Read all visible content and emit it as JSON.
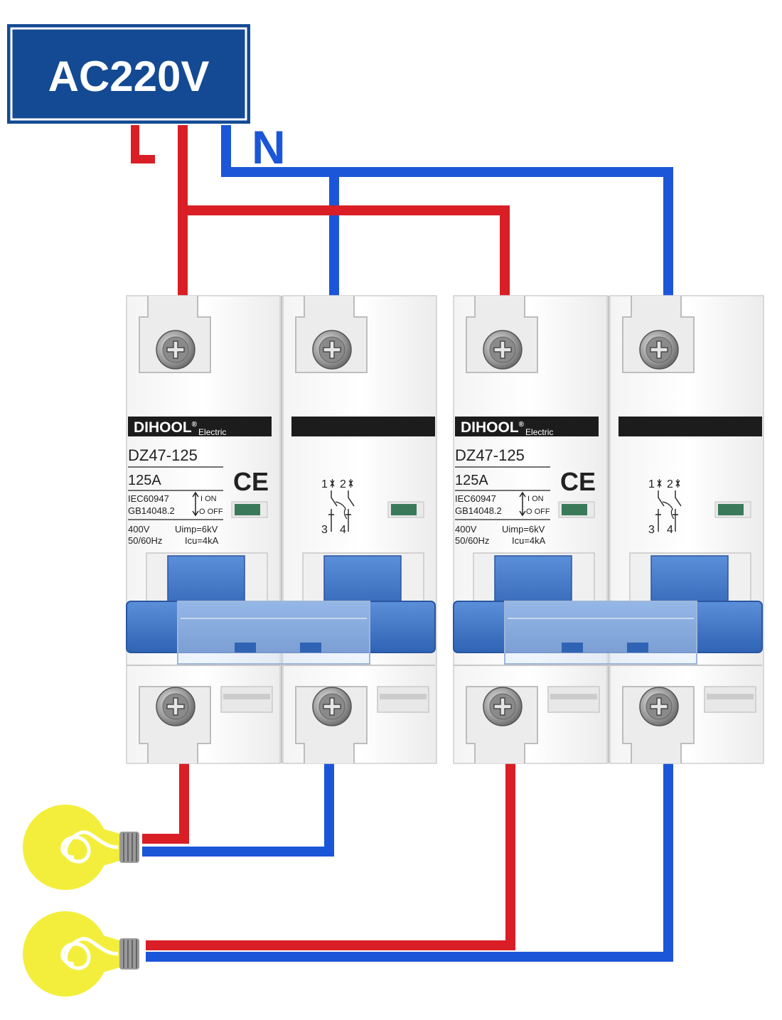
{
  "supply": {
    "label": "AC220V",
    "line_label": "L",
    "neutral_label": "N"
  },
  "breakers": [
    {
      "brand": "DIHOOL",
      "brand_mark": "®",
      "brand_suffix": "Electric",
      "model": "DZ47-125",
      "rating": "125A",
      "ce_mark": "CE",
      "standard_1": "IEC60947",
      "standard_2": "GB14048.2",
      "on_label": "I ON",
      "off_label": "O OFF",
      "voltage": "400V",
      "frequency": "50/60Hz",
      "uimp": "Uimp=6kV",
      "icu": "Icu=4kA",
      "terminal_top_1": "1",
      "terminal_top_2": "2",
      "terminal_bottom_1": "3",
      "terminal_bottom_2": "4"
    },
    {
      "brand": "DIHOOL",
      "brand_mark": "®",
      "brand_suffix": "Electric",
      "model": "DZ47-125",
      "rating": "125A",
      "ce_mark": "CE",
      "standard_1": "IEC60947",
      "standard_2": "GB14048.2",
      "on_label": "I ON",
      "off_label": "O OFF",
      "voltage": "400V",
      "frequency": "50/60Hz",
      "uimp": "Uimp=6kV",
      "icu": "Icu=4kA",
      "terminal_top_1": "1",
      "terminal_top_2": "2",
      "terminal_bottom_1": "3",
      "terminal_bottom_2": "4"
    }
  ],
  "colors": {
    "line_wire": "#d91e26",
    "neutral_wire": "#1c56d8",
    "supply_box": "#134a93",
    "handle": "#3f76c9",
    "bulb": "#f3ee3c",
    "label_bar": "#1c1c1c",
    "indicator": "#3a7a5a"
  },
  "icons": {
    "bulb": "light-bulb-icon",
    "screw": "screw-icon"
  }
}
